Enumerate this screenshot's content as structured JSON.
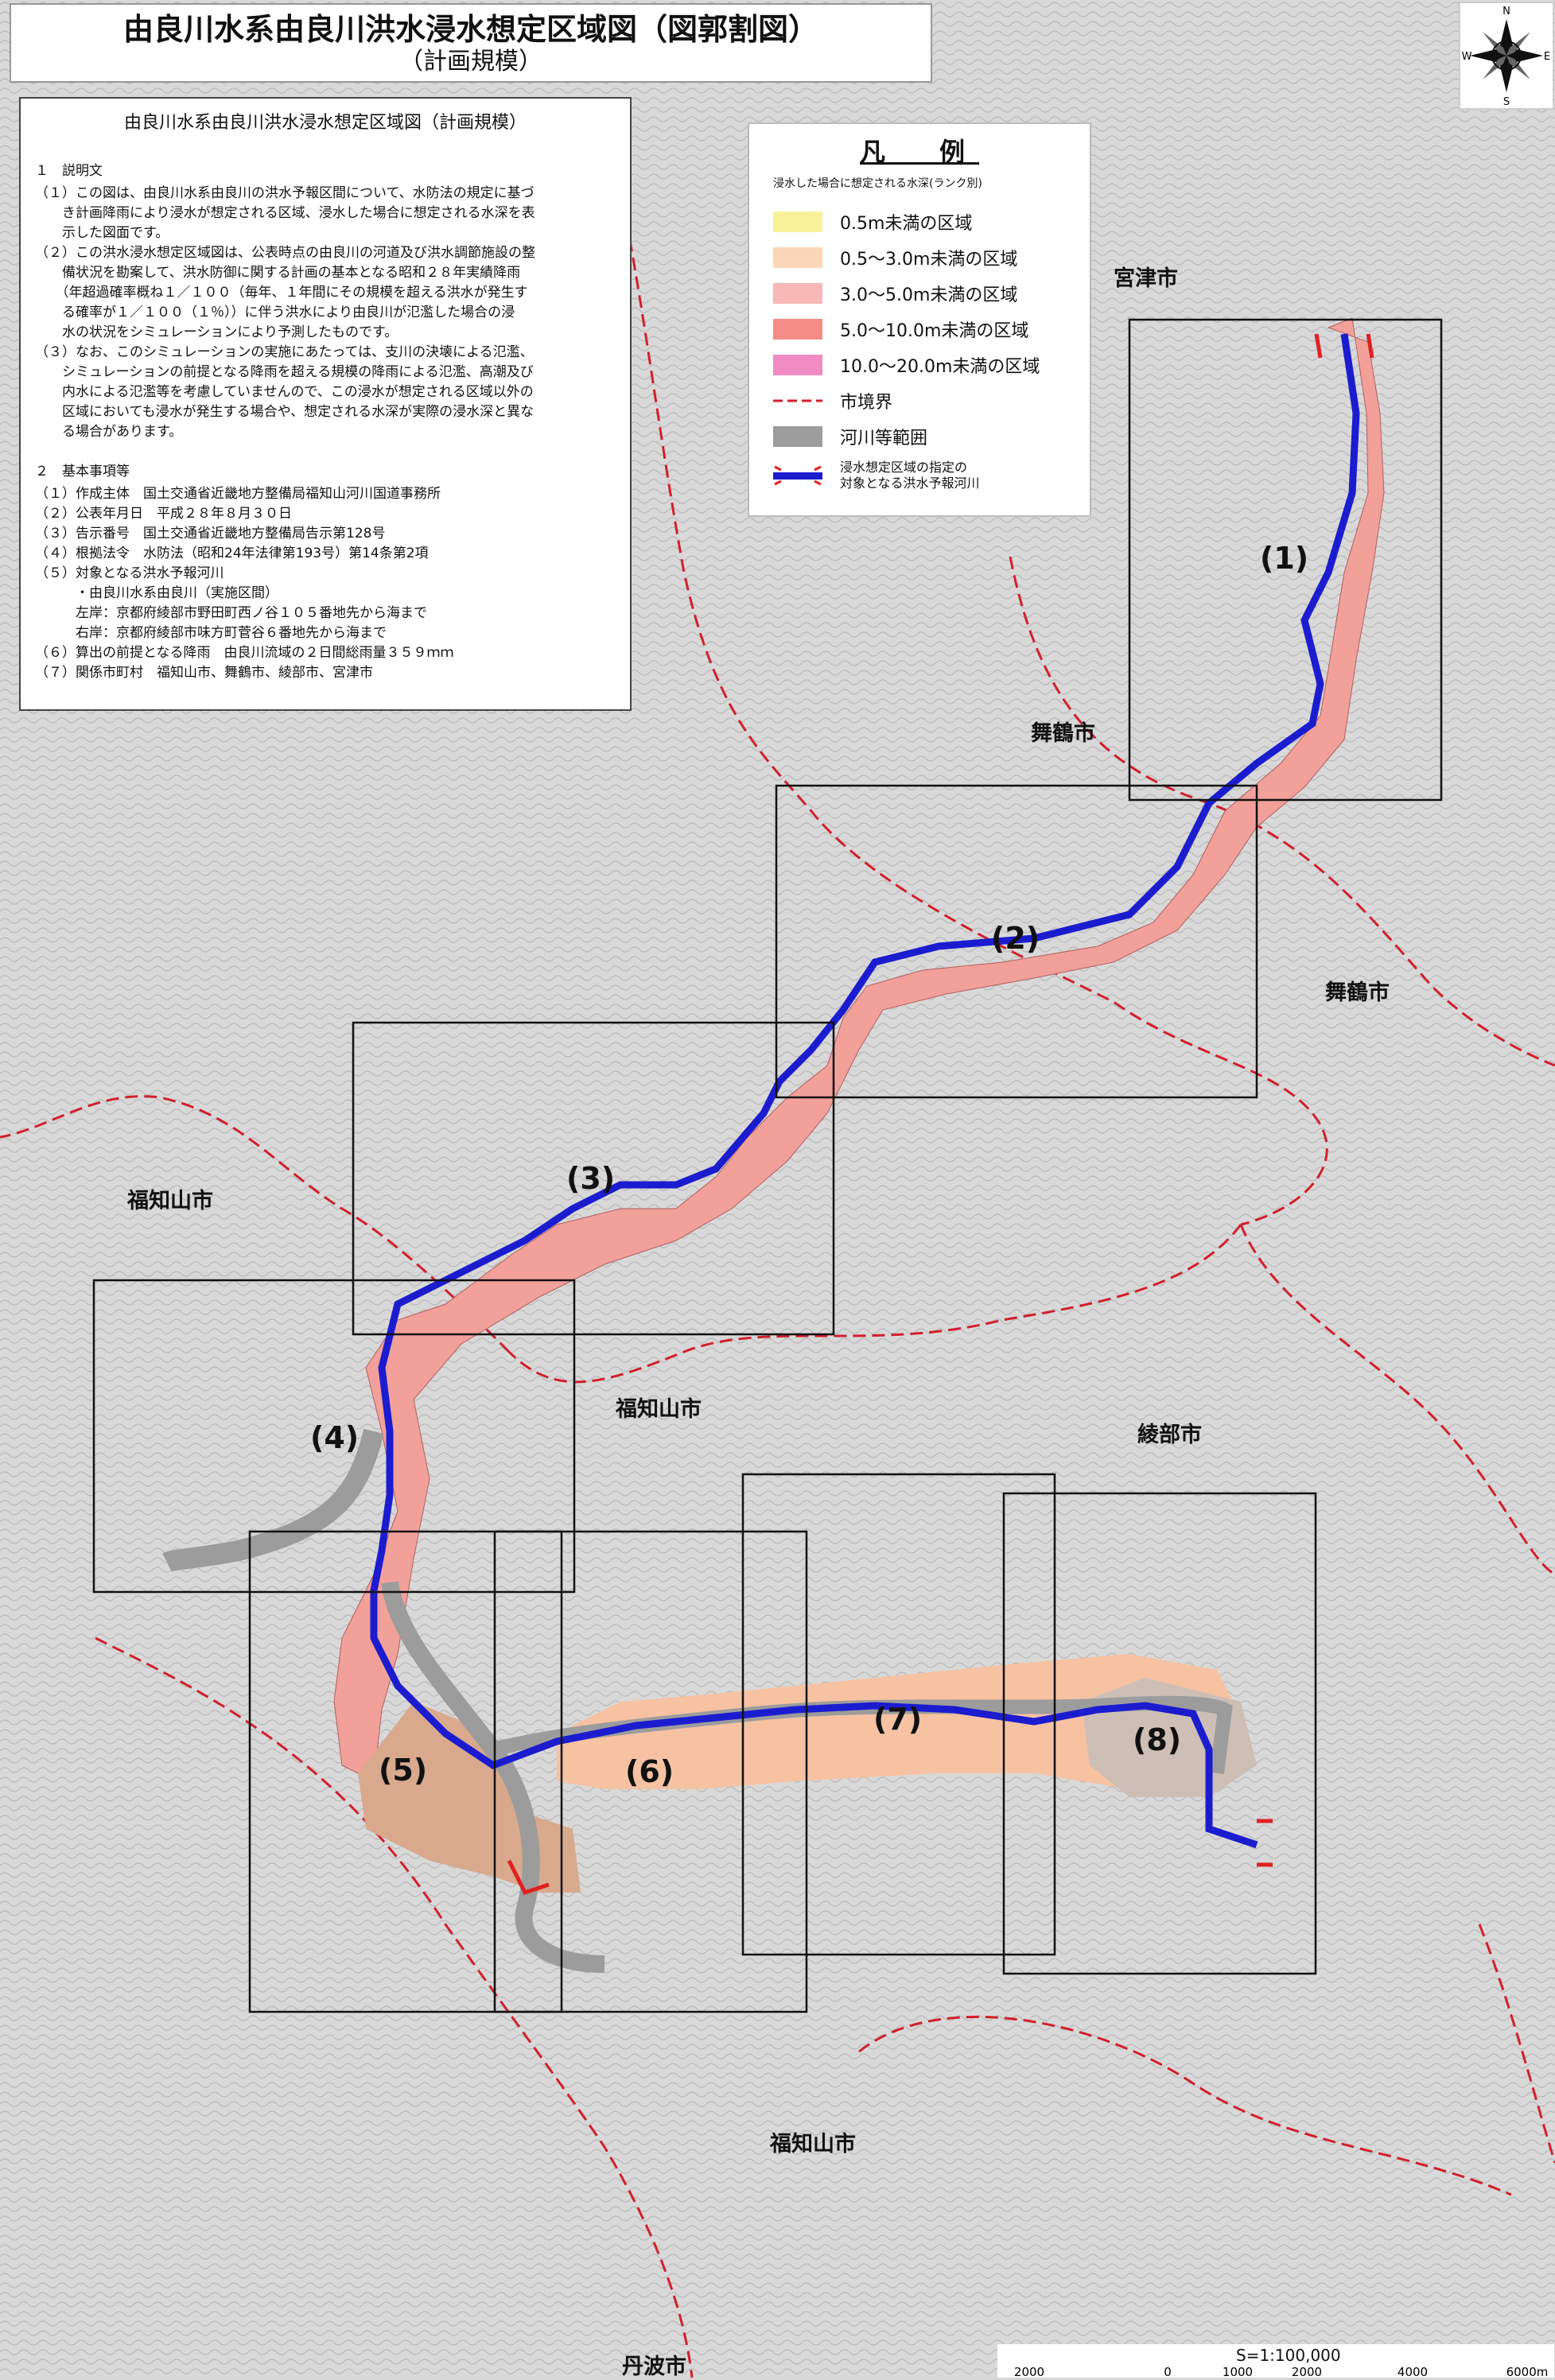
{
  "title": {
    "main": "由良川水系由良川洪水浸水想定区域図（図郭割図）",
    "sub": "（計画規模）"
  },
  "info": {
    "heading": "由良川水系由良川洪水浸水想定区域図（計画規模）",
    "section1": "１　説明文",
    "description": [
      "（１）この図は、由良川水系由良川の洪水予報区間について、水防法の規定に基づ",
      "　　き計画降雨により浸水が想定される区域、浸水した場合に想定される水深を表",
      "　　示した図面です。",
      "（２）この洪水浸水想定区域図は、公表時点の由良川の河道及び洪水調節施設の整",
      "　　備状況を勘案して、洪水防御に関する計画の基本となる昭和２８年実績降雨",
      "　　（年超過確率概ね１／１００（毎年、１年間にその規模を超える洪水が発生す",
      "　　る確率が１／１００（１％））に伴う洪水により由良川が氾濫した場合の浸",
      "　　水の状況をシミュレーションにより予測したものです。",
      "（３）なお、このシミュレーションの実施にあたっては、支川の決壊による氾濫、",
      "　　シミュレーションの前提となる降雨を超える規模の降雨による氾濫、高潮及び",
      "　　内水による氾濫等を考慮していませんので、この浸水が想定される区域以外の",
      "　　区域においても浸水が発生する場合や、想定される水深が実際の浸水深と異な",
      "　　る場合があります。"
    ],
    "section2": "２　基本事項等",
    "basics": [
      "（１）作成主体　国土交通省近畿地方整備局福知山河川国道事務所",
      "（２）公表年月日　平成２８年８月３０日",
      "（３）告示番号　国土交通省近畿地方整備局告示第128号",
      "（４）根拠法令　水防法（昭和24年法律第193号）第14条第2項",
      "（５）対象となる洪水予報河川",
      "　　　・由良川水系由良川（実施区間）",
      "　　　左岸：京都府綾部市野田町西ノ谷１０５番地先から海まで",
      "　　　右岸：京都府綾部市味方町菅谷６番地先から海まで",
      "（６）算出の前提となる降雨　由良川流域の２日間総雨量３５９ｍｍ",
      "（７）関係市町村　福知山市、舞鶴市、綾部市、宮津市"
    ]
  },
  "legend": {
    "heading": "凡　例",
    "subheading": "浸水した場合に想定される水深(ランク別)",
    "items": [
      {
        "label": "0.5m未満の区域",
        "color": "#f7f29a"
      },
      {
        "label": "0.5～3.0m未満の区域",
        "color": "#fbd6b8"
      },
      {
        "label": "3.0～5.0m未満の区域",
        "color": "#f8b8b6"
      },
      {
        "label": "5.0～10.0m未満の区域",
        "color": "#f58c86"
      },
      {
        "label": "10.0～20.0m未満の区域",
        "color": "#f08bc4"
      }
    ],
    "boundary": "市境界",
    "river_area": "河川等範囲",
    "target_river": "浸水想定区域の指定の\n対象となる洪水予報河川"
  },
  "compass": {
    "n": "N",
    "s": "S",
    "e": "E",
    "w": "W"
  },
  "places": [
    "宮津市",
    "舞鶴市",
    "舞鶴市",
    "福知山市",
    "福知山市",
    "綾部市",
    "福知山市",
    "丹波市"
  ],
  "sheets": [
    "(1)",
    "(2)",
    "(3)",
    "(4)",
    "(5)",
    "(6)",
    "(7)",
    "(8)"
  ],
  "scale": {
    "ratio": "S=1:100,000",
    "ticks": [
      "2000",
      "0",
      "1000",
      "2000",
      "4000",
      "6000m"
    ]
  },
  "colors": {
    "river": "#1c1ccf",
    "river_area": "#9c9c9c",
    "boundary": "#d21f2c",
    "flood": "#f2a09a",
    "urban_flood": "#d8a98d"
  }
}
